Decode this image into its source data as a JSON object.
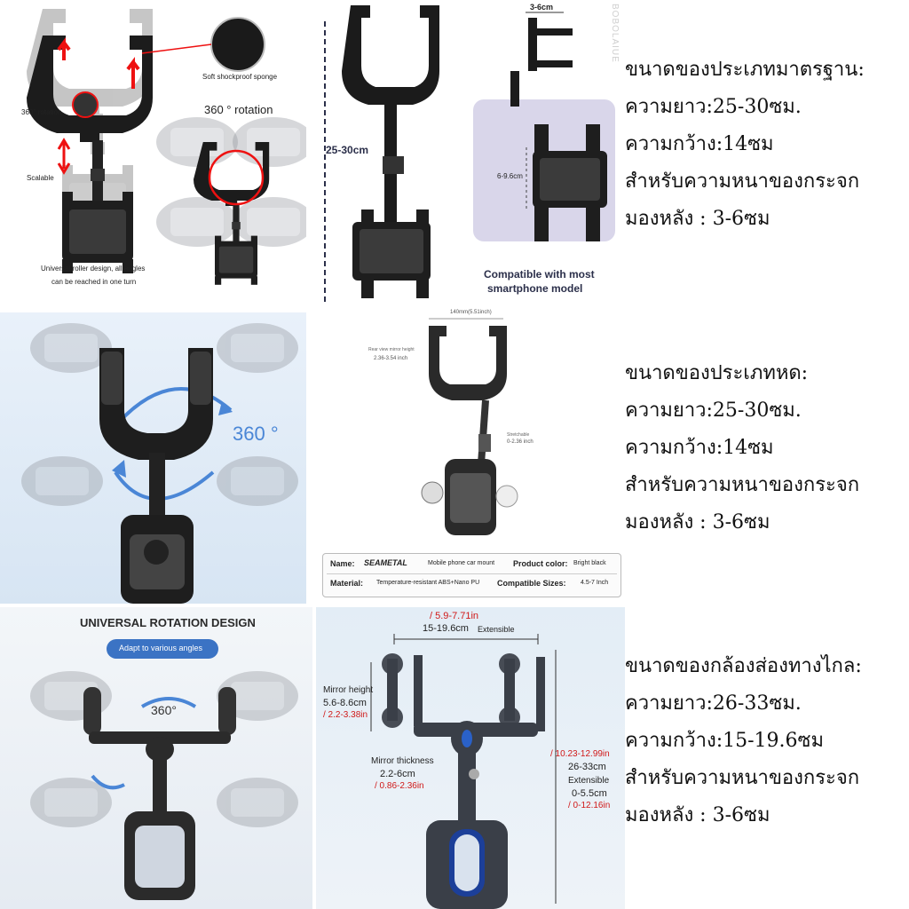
{
  "panel1": {
    "soft_sponge": "Soft shockproof sponge",
    "rotation_small": "360° rotation",
    "rotation_big": "360 ° rotation",
    "scalable": "Scalable",
    "caption_line1": "Universal roller design, all angles",
    "caption_line2": "can be reached in one turn"
  },
  "panel2": {
    "length": "25-30cm",
    "thickness": "3-6cm",
    "clamp": "6-9.6cm",
    "compatible_line1": "Compatible with most",
    "compatible_line2": "smartphone model",
    "watermark": "BOBOLAIUE"
  },
  "spec_standard": {
    "title": "ขนาดของประเภทมาตรฐาน:",
    "length": "ความยาว:25-30ซม.",
    "width": "ความกว้าง:14ซม",
    "mirror_line1": "สำหรับความหนาของกระจก",
    "mirror_line2": "มองหลัง : 3-6ซม"
  },
  "panel3": {
    "rotation": "360 °"
  },
  "panel4": {
    "width": "140mm(5.51inch)",
    "mirror_label": "Rear view mirror height",
    "mirror_value": "2.36-3.54 inch",
    "stretch_label": "Stretchable",
    "stretch_value": "0-2.36 inch",
    "name_label": "Name:",
    "brand": "SEAMETAL",
    "name_value": "Mobile phone car mount",
    "color_label": "Product color:",
    "color_value": "Bright black",
    "material_label": "Material:",
    "material_value": "Temperature-resistant ABS+Nano PU",
    "sizes_label": "Compatible Sizes:",
    "sizes_value": "4.5-7 Inch"
  },
  "spec_short": {
    "title": "ขนาดของประเภทหด:",
    "length": "ความยาว:25-30ซม.",
    "width": "ความกว้าง:14ซม",
    "mirror_line1": "สำหรับความหนาของกระจก",
    "mirror_line2": "มองหลัง : 3-6ซม"
  },
  "panel5": {
    "heading": "UNIVERSAL ROTATION DESIGN",
    "pill": "Adapt to various angles",
    "rotation": "360°"
  },
  "panel6": {
    "top_in": "/ 5.9-7.71in",
    "top_cm": "15-19.6cm",
    "top_ext": "Extensible",
    "mh_label": "Mirror height",
    "mh_cm": "5.6-8.6cm",
    "mh_in": "/ 2.2-3.38in",
    "mt_label": "Mirror thickness",
    "mt_cm": "2.2-6cm",
    "mt_in": "/ 0.86-2.36in",
    "len_in": "/ 10.23-12.99in",
    "len_cm": "26-33cm",
    "ext_label": "Extensible",
    "ext_cm": "0-5.5cm",
    "ext_in": "/ 0-12.16in"
  },
  "spec_telescope": {
    "title": "ขนาดของกล้องส่องทางไกล:",
    "length": "ความยาว:26-33ซม.",
    "width": "ความกว้าง:15-19.6ซม",
    "mirror_line1": "สำหรับความหนาของกระจก",
    "mirror_line2": "มองหลัง : 3-6ซม"
  }
}
